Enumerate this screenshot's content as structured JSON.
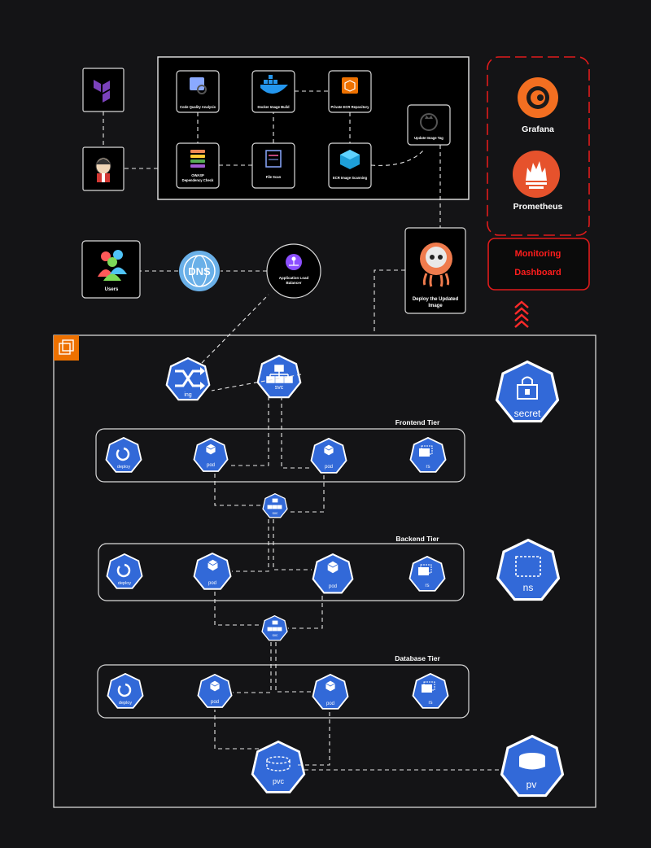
{
  "pipeline": {
    "code_quality": "Code Quality Analysis",
    "docker_build": "Docker Image Build",
    "private_ecr": "Private ECR Repository",
    "owasp": "OWASP Dependency Check",
    "file_scan": "File Scan",
    "ecr_scan": "ECR Image Scanning",
    "update_tag": "Update Image Tag"
  },
  "argo": {
    "label_line1": "Deploy the Updated",
    "label_line2": "Image"
  },
  "users": {
    "label": "Users"
  },
  "dns": {
    "label": "DNS"
  },
  "alb": {
    "label_line1": "Application Load",
    "label_line2": "Balancer"
  },
  "monitoring": {
    "grafana": "Grafana",
    "prometheus": "Prometheus",
    "dashboard_line1": "Monitoring",
    "dashboard_line2": "Dashboard",
    "accent": "#e01b1b"
  },
  "k8s": {
    "ing": "ing",
    "svc": "svc",
    "secret": "secret",
    "ns": "ns",
    "pvc": "pvc",
    "pv": "pv",
    "deploy": "deploy",
    "pod": "pod",
    "rs": "rs",
    "color": "#3269d8"
  },
  "tiers": {
    "frontend": "Frontend Tier",
    "backend": "Backend Tier",
    "database": "Database Tier"
  }
}
